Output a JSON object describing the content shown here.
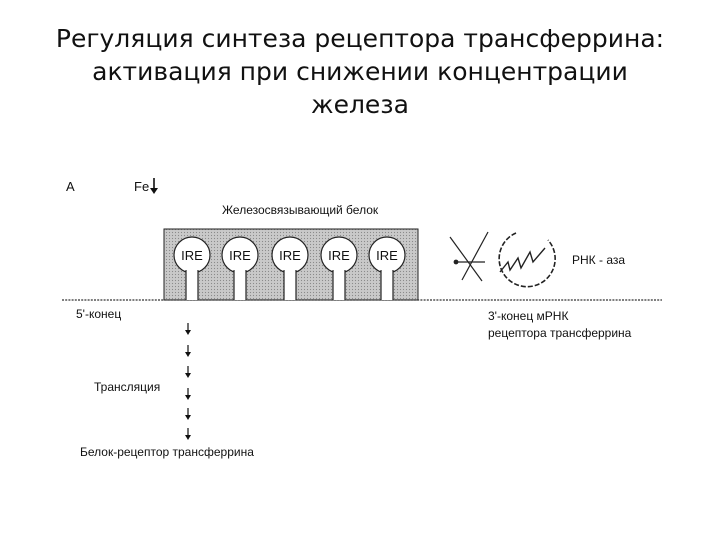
{
  "slide": {
    "title_lines": [
      "Регуляция синтеза рецептора трансферрина:",
      "активация при снижении концентрации",
      "железа"
    ]
  },
  "diagram": {
    "panel_label": "А",
    "iron_label": "Fe",
    "protein_label": "Железосвязывающий белок",
    "ire_labels": [
      "IRE",
      "IRE",
      "IRE",
      "IRE",
      "IRE"
    ],
    "five_prime_label": "5'-конец",
    "translation_label": "Трансляция",
    "product_label": "Белок-рецептор трансферрина",
    "rnase_label": "РНК - аза",
    "three_prime_lines": [
      "3'-конец мРНК",
      "рецептора трансферрина"
    ]
  },
  "colors": {
    "protein_fill": "#c2c2c2",
    "ink": "#111111"
  }
}
